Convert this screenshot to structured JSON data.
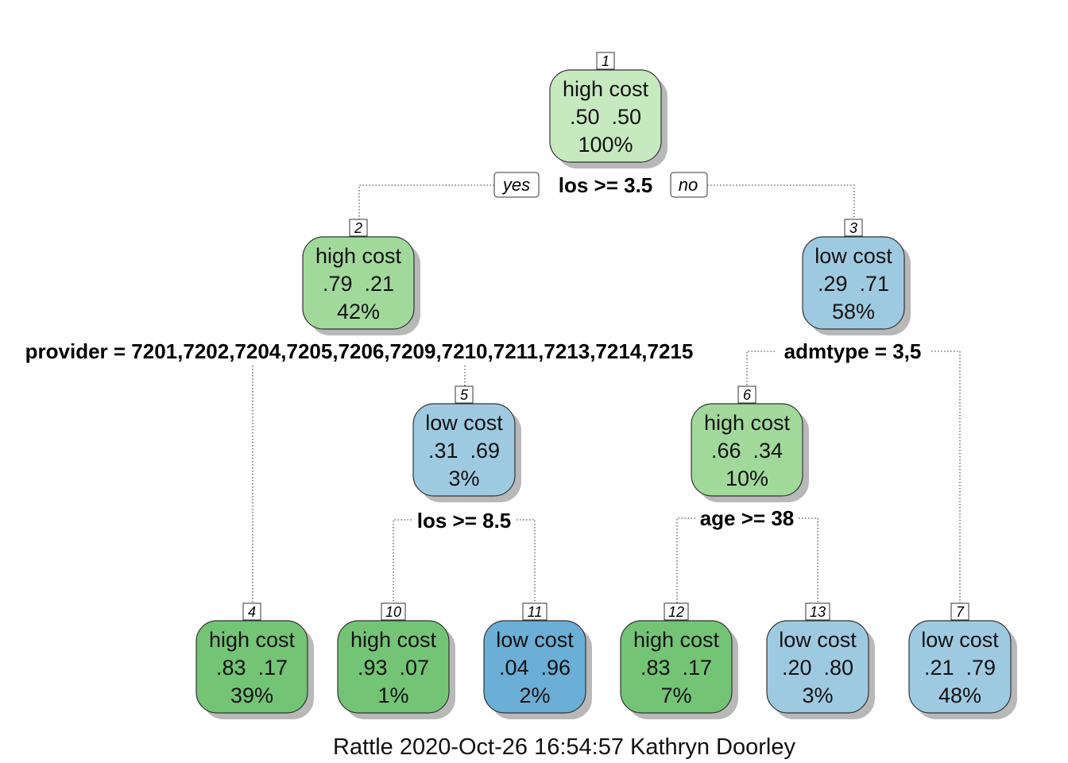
{
  "colors": {
    "high_cost_light": "#c7e9c0",
    "high_cost_medium": "#a1d99b",
    "high_cost_dark": "#74c476",
    "low_cost_light": "#9ecae1",
    "low_cost_dark": "#6baed6",
    "shadow": "#b8b8b8"
  },
  "nodes": {
    "n1": {
      "number": "1",
      "class": "high cost",
      "probs": ".50  .50",
      "pct": "100%"
    },
    "n2": {
      "number": "2",
      "class": "high cost",
      "probs": ".79  .21",
      "pct": "42%"
    },
    "n3": {
      "number": "3",
      "class": "low cost",
      "probs": ".29  .71",
      "pct": "58%"
    },
    "n4": {
      "number": "4",
      "class": "high cost",
      "probs": ".83  .17",
      "pct": "39%"
    },
    "n5": {
      "number": "5",
      "class": "low cost",
      "probs": ".31  .69",
      "pct": "3%"
    },
    "n6": {
      "number": "6",
      "class": "high cost",
      "probs": ".66  .34",
      "pct": "10%"
    },
    "n7": {
      "number": "7",
      "class": "low cost",
      "probs": ".21  .79",
      "pct": "48%"
    },
    "n10": {
      "number": "10",
      "class": "high cost",
      "probs": ".93  .07",
      "pct": "1%"
    },
    "n11": {
      "number": "11",
      "class": "low cost",
      "probs": ".04  .96",
      "pct": "2%"
    },
    "n12": {
      "number": "12",
      "class": "high cost",
      "probs": ".83  .17",
      "pct": "7%"
    },
    "n13": {
      "number": "13",
      "class": "low cost",
      "probs": ".20  .80",
      "pct": "3%"
    }
  },
  "splits": {
    "s1": "los >= 3.5",
    "s2": "provider = 7201,7202,7204,7205,7206,7209,7210,7211,7213,7214,7215",
    "s3": "admtype = 3,5",
    "s5": "los >= 8.5",
    "s6": "age >= 38"
  },
  "branch_labels": {
    "yes": "yes",
    "no": "no"
  },
  "footer": "Rattle 2020-Oct-26 16:54:57 Kathryn Doorley"
}
